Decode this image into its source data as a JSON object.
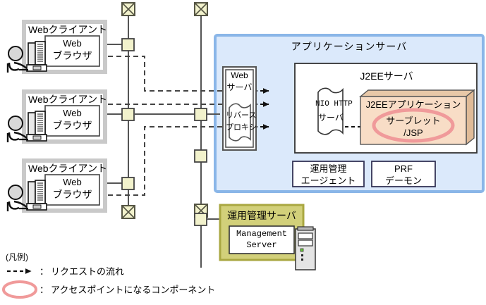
{
  "diagram": {
    "title": "Web system configuration diagram",
    "colors": {
      "app_server_fill": "#dbe9fb",
      "app_server_border": "#8ab6e8",
      "mgmt_server_fill": "#d2d07a",
      "mgmt_server_border": "#a9a741",
      "node_box_fill": "#f2f2cc",
      "node_box_border": "#555544",
      "client_frame_fill": "#ffffff",
      "client_frame_border": "#c8c8c8",
      "j2ee_app_fill": "#f6dcc4",
      "j2ee_app_top": "#e4c3a4",
      "j2ee_app_border": "#555555",
      "access_point_oval": "#f09a9a",
      "line": "#555555",
      "text": "#000000"
    }
  },
  "clients": [
    {
      "frame_label": "Webクライアント",
      "browser_label_1": "Web",
      "browser_label_2": "ブラウザ",
      "icon": "user-at-computer-icon"
    },
    {
      "frame_label": "Webクライアント",
      "browser_label_1": "Web",
      "browser_label_2": "ブラウザ",
      "icon": "user-at-computer-icon"
    },
    {
      "frame_label": "Webクライアント",
      "browser_label_1": "Web",
      "browser_label_2": "ブラウザ",
      "icon": "user-at-computer-icon"
    }
  ],
  "app_server": {
    "title": "アプリケーションサーバ",
    "web_server": {
      "label_1": "Web",
      "label_2": "サーバ",
      "reverse_proxy": {
        "label_1": "リバース",
        "label_2": "プロキシ"
      }
    },
    "j2ee_server": {
      "title": "J2EEサーバ",
      "nio_http": {
        "label_1": "NIO HTTP",
        "label_2": "サーバ"
      },
      "j2ee_application": {
        "title": "J2EEアプリケーション",
        "access_point": {
          "label_1": "サーブレット",
          "label_2": "/JSP"
        }
      }
    },
    "bottom_boxes": [
      {
        "label_1": "運用管理",
        "label_2": "エージェント"
      },
      {
        "label_1": "PRF",
        "label_2": "デーモン"
      }
    ]
  },
  "mgmt_server": {
    "title": "運用管理サーバ",
    "box": {
      "label_1": "Management",
      "label_2": "Server"
    },
    "icon": "server-tower-icon"
  },
  "legend": {
    "title": "(凡例)",
    "items": [
      {
        "symbol": "dashed-arrow-icon",
        "separator": "：",
        "label": "リクエストの流れ"
      },
      {
        "symbol": "oval-icon",
        "separator": "：",
        "label": "アクセスポイントになるコンポーネント"
      }
    ]
  }
}
